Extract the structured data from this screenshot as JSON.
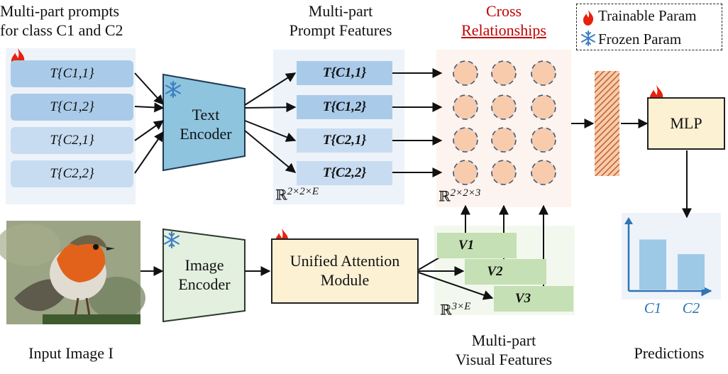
{
  "prompts": {
    "title_line1": "Multi-part prompts",
    "title_line2": "for class C1 and C2",
    "items": [
      "T{C1,1}",
      "T{C1,2}",
      "T{C2,1}",
      "T{C2,2}"
    ]
  },
  "text_encoder": {
    "line1": "Text",
    "line2": "Encoder"
  },
  "image_encoder": {
    "line1": "Image",
    "line2": "Encoder"
  },
  "prompt_features": {
    "title_line1": "Multi-part",
    "title_line2": "Prompt Features",
    "items": [
      "T{C1,1}",
      "T{C1,2}",
      "T{C2,1}",
      "T{C2,2}"
    ],
    "dim": "ℝ",
    "dim_sup": "2×2×E"
  },
  "cross": {
    "title_line1": "Cross",
    "title_line2": "Relationships",
    "dim": "ℝ",
    "dim_sup": "2×2×3"
  },
  "legend": {
    "trainable": "Trainable Param",
    "frozen": "Frozen Param"
  },
  "mlp": {
    "label": "MLP"
  },
  "attention": {
    "line1": "Unified Attention",
    "line2": "Module"
  },
  "visual_features": {
    "items": [
      "V1",
      "V2",
      "V3"
    ],
    "dim": "ℝ",
    "dim_sup": "3×E",
    "caption_line1": "Multi-part",
    "caption_line2": "Visual Features"
  },
  "input_caption": "Input Image I",
  "predictions": {
    "caption": "Predictions",
    "categories": [
      "C1",
      "C2"
    ],
    "values": [
      0.82,
      0.58
    ]
  },
  "colors": {
    "fire": "#e8210f",
    "snow": "#3d7fc2",
    "encoder_text": "#8fc4df",
    "encoder_image": "#e3efdf",
    "attention_fill": "#fdf1d4",
    "mlp_fill": "#fdf1d4",
    "feature_fill": "#a9cbe9",
    "visual_fill": "#c5e0b4",
    "circle_fill": "#f8cbad",
    "bar_fill": "#9ec9e6",
    "red_title": "#c00000"
  }
}
